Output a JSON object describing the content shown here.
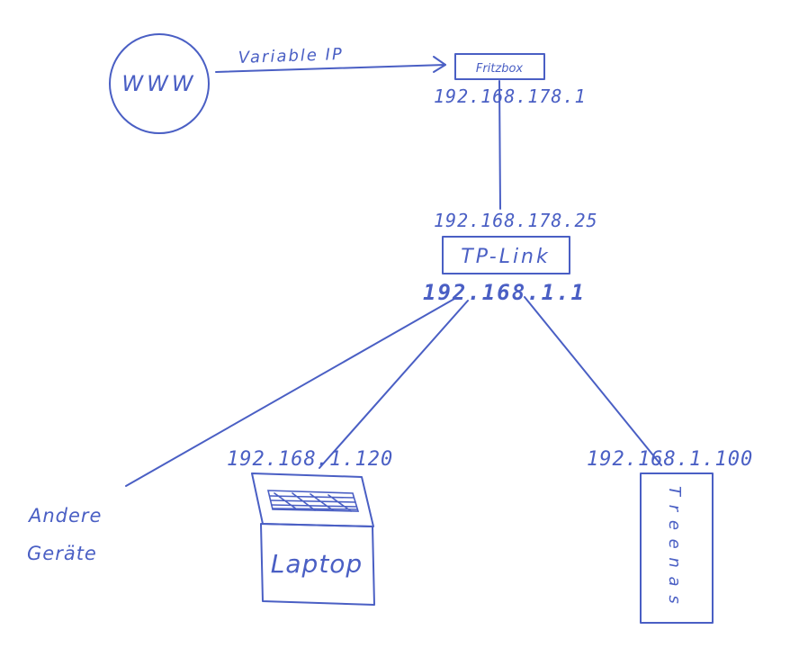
{
  "nodes": {
    "www": {
      "label": "WWW"
    },
    "fritzbox": {
      "label": "Fritzbox",
      "ip": "192.168.178.1"
    },
    "tplink": {
      "label": "TP-Link",
      "ip_wan": "192.168.178.25",
      "ip_lan": "192.168.1.1"
    },
    "laptop": {
      "label": "Laptop",
      "ip": "192.168.1.120"
    },
    "nas": {
      "label": "T r e e n a s",
      "ip": "192.168.1.100"
    },
    "other": {
      "label_line1": "Andere",
      "label_line2": "Geräte"
    }
  },
  "edges": {
    "www_to_fritzbox": {
      "label": "Variable IP"
    }
  },
  "colors": {
    "ink": "#4a5fc4",
    "background": "#ffffff"
  }
}
